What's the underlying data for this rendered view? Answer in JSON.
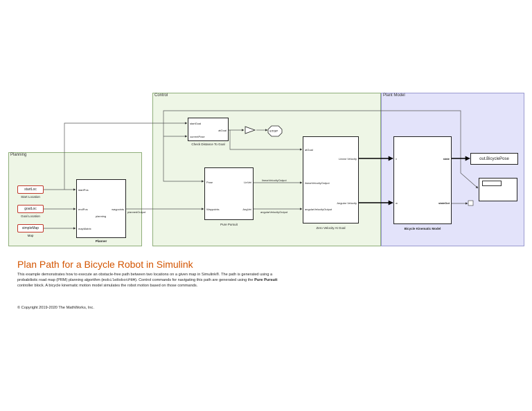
{
  "areas": {
    "planning": "Planning",
    "control": "Control",
    "plant": "Plant Model"
  },
  "planning": {
    "consts": {
      "start": "startLoc",
      "goal": "goalLoc",
      "map": "simpleMap"
    },
    "const_captions": {
      "start": "Start Location",
      "goal": "Goal Location",
      "map": "Map"
    },
    "planner": {
      "ports": {
        "start": "startPos",
        "end": "endPos",
        "map": "mapMatrix",
        "out": "waypoints"
      },
      "center": "planning",
      "caption": "Planner"
    },
    "signal_label": "plannedOutput"
  },
  "control": {
    "check": {
      "ports": {
        "pose_in": "currentPose",
        "out": "atGoal",
        "top": "startGoal"
      },
      "caption": "Check Distance To Goal"
    },
    "stop": "STOP",
    "pp": {
      "ports": {
        "pose": "Pose",
        "wp": "Waypoints",
        "lin": "LinVel",
        "ang": "AngVel"
      },
      "caption": "Pure Pursuit"
    },
    "signals": {
      "lin": "linearVelocityOutput",
      "ang": "angularVelocityOutput"
    },
    "zv": {
      "ports": {
        "at_goal": "atGoal",
        "lin_in": "linearVelocityOutput",
        "ang_in": "angularVelocityOutput",
        "lin_out": "Linear Velocity",
        "ang_out": "Angular Velocity"
      },
      "caption": "Zero Velocity At Goal"
    }
  },
  "plant": {
    "ports": {
      "v": "v",
      "w": "w",
      "state": "state",
      "state_dot": "stateDot"
    },
    "caption": "Bicycle Kinematic Model"
  },
  "outputs": {
    "pose": "out.BicyclePose"
  },
  "text": {
    "title": "Plan Path for a Bicycle Robot in Simulink",
    "d1": "This example demonstrates how to execute an obstacle-free path between two locations on a given map in Simulink®. The path is generated using a probabilistic road map (PRM) planning algorithm (",
    "d_code": "mobileRobotPRM",
    "d2": "). Control commands for navigating this path are generated using the ",
    "d_bold": "Pure Pursuit",
    "d3": " controller block. A bicycle kinematic motion model simulates the robot motion based on those commands.",
    "copyright": "© Copyright 2019-2020 The MathWorks, Inc."
  },
  "colors": {
    "planning_bg": "#eef6e6",
    "planning_border": "#8fae7a",
    "control_bg": "#eef6e6",
    "control_border": "#8fae7a",
    "plant_bg": "#e3e3fa",
    "plant_border": "#9a9ad0",
    "title": "#d35400",
    "const_border": "#c0392b"
  }
}
